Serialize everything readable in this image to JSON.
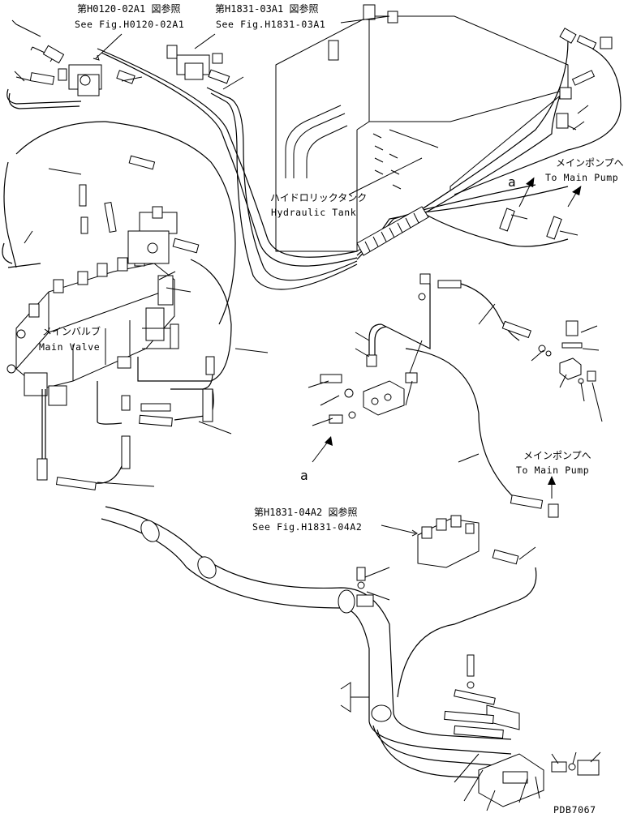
{
  "drawing_code": "PDB7067",
  "references": {
    "ref_h0120_jp": "第H0120-02A1 図参照",
    "ref_h0120_en": "See Fig.H0120-02A1",
    "ref_h1831_03_jp": "第H1831-03A1 図参照",
    "ref_h1831_03_en": "See Fig.H1831-03A1",
    "ref_h1831_04_jp": "第H1831-04A2 図参照",
    "ref_h1831_04_en": "See Fig.H1831-04A2"
  },
  "components": {
    "hydraulic_tank_jp": "ハイドロリックタンク",
    "hydraulic_tank_en": "Hydraulic Tank",
    "main_valve_jp": "メインバルブ",
    "main_valve_en": "Main Valve",
    "main_pump_jp": "メインポンプへ",
    "main_pump_en": "To Main Pump"
  },
  "markers": {
    "a_upper": "a",
    "a_lower": "a"
  }
}
